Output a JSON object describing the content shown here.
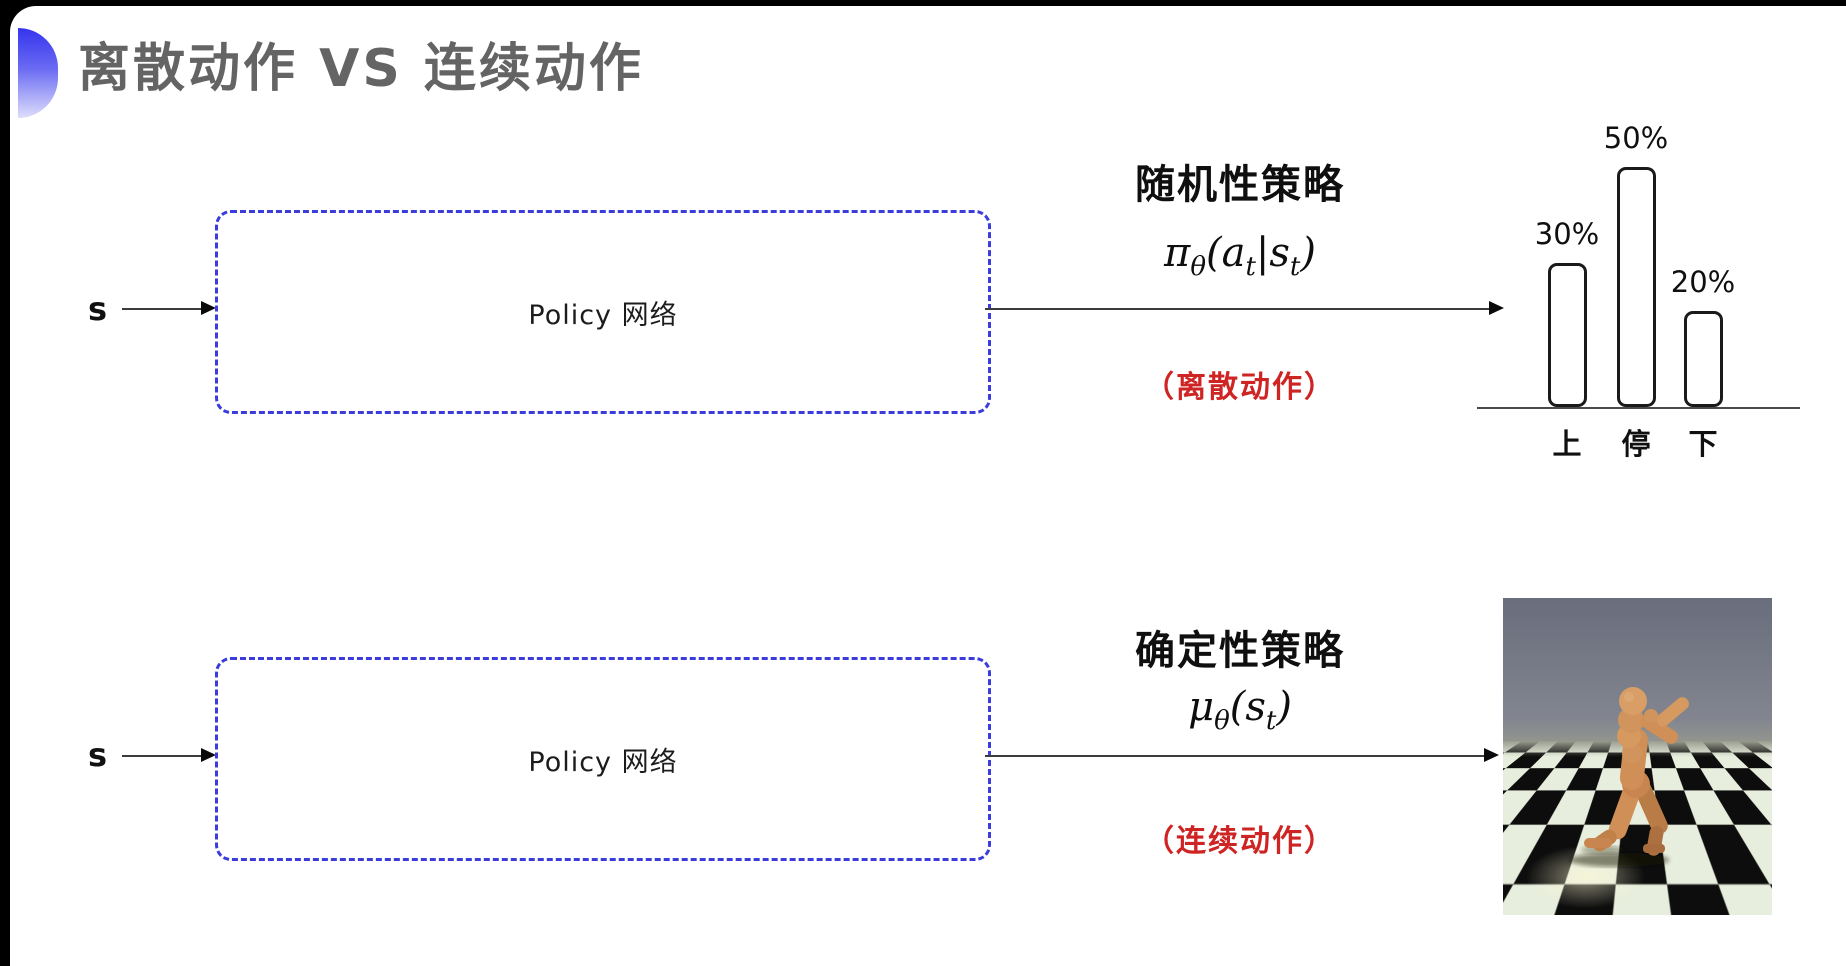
{
  "page": {
    "title": "离散动作 VS 连续动作"
  },
  "top_diagram": {
    "input_label": "s",
    "box_label": "Policy 网络",
    "policy_title": "随机性策略",
    "formula_parts": [
      "π",
      "θ",
      "(",
      "a",
      "t",
      "|",
      "s",
      "t",
      ")"
    ],
    "action_note": "（离散动作）"
  },
  "bottom_diagram": {
    "input_label": "s",
    "box_label": "Policy 网络",
    "policy_title": "确定性策略",
    "formula_parts": [
      "μ",
      "θ",
      "(",
      "s",
      "t",
      ")"
    ],
    "action_note": "（连续动作）"
  },
  "chart_data": {
    "type": "bar",
    "categories": [
      "上",
      "停",
      "下"
    ],
    "values": [
      30,
      50,
      20
    ],
    "value_labels": [
      "30%",
      "50%",
      "20%"
    ],
    "title": "",
    "xlabel": "",
    "ylabel": "",
    "ylim": [
      0,
      55
    ],
    "grid": false,
    "legend": false,
    "bar_fill": "#ffffff",
    "bar_stroke": "#1a1a1a"
  },
  "colors": {
    "dashed_box": "#3c3cdc",
    "action_note_red": "#cf2424",
    "title_gray": "#646464",
    "accent_blue": "#3434ee"
  },
  "simulation": {
    "description": "MuJoCo humanoid robot running on a black-and-white checkerboard floor",
    "sky_color": "#696d7c",
    "floor_dark": "#0d0d0d",
    "floor_light": "#e8eedd",
    "robot_color": "#cf8f56"
  }
}
